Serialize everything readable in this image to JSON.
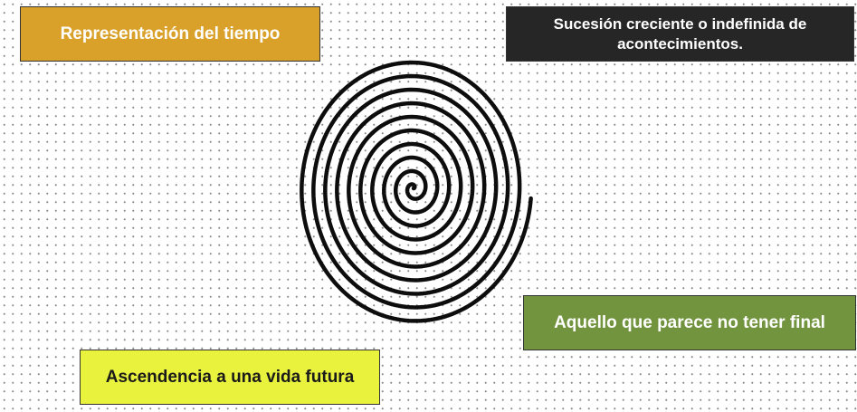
{
  "cards": {
    "time": {
      "text": "Representación del tiempo",
      "bg": "#d9a12a",
      "fg": "#ffffff"
    },
    "succession": {
      "text": "Sucesión creciente o indefinida de acontecimientos.",
      "bg": "#262626",
      "fg": "#ffffff"
    },
    "endless": {
      "text": "Aquello que parece no tener final",
      "bg": "#73943f",
      "fg": "#ffffff"
    },
    "ascend": {
      "text": "Ascendencia a una vida futura",
      "bg": "#e9f23c",
      "fg": "#1a1a1a"
    }
  },
  "spiral": {
    "icon": "spiral-icon",
    "color": "#0d0d0d"
  }
}
